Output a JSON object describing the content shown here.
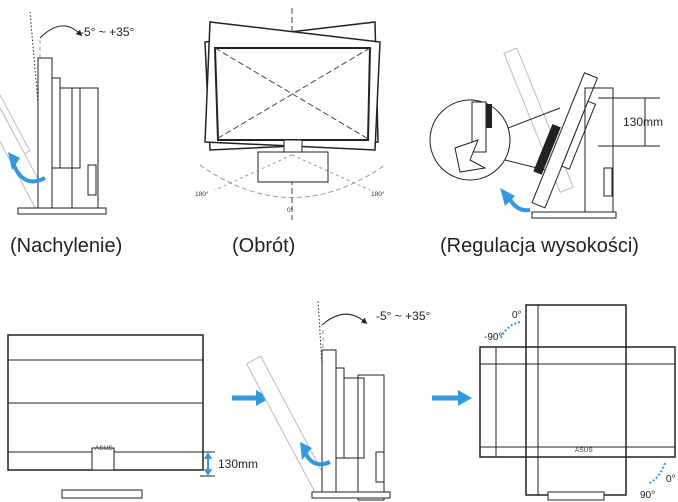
{
  "panels": {
    "tilt": {
      "range_label": "-5° ~ +35°",
      "caption": "(Nachylenie)"
    },
    "swivel": {
      "caption": "(Obrót)",
      "left_angle": "180°",
      "right_angle": "180°",
      "center_angle": "0°"
    },
    "height": {
      "measure": "130mm",
      "caption": "(Regulacja wysokości)"
    },
    "front": {
      "measure": "130mm",
      "brand": "ASUS"
    },
    "tilt2": {
      "range_label": "-5° ~ +35°"
    },
    "pivot": {
      "top_zero": "0°",
      "top_neg": "-90°",
      "bottom_zero": "0°",
      "bottom_pos": "90°",
      "brand": "ASUS"
    }
  },
  "colors": {
    "arrow": "#3399dd",
    "line": "#222222",
    "light": "#bbbbbb"
  }
}
